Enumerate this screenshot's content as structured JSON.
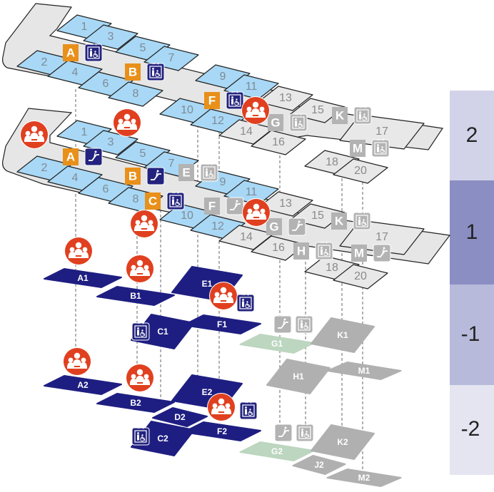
{
  "map": {
    "colors": {
      "shop_active": "#a8d8f5",
      "shop_inactive": "#e8e8e8",
      "exit_active": "#e8901a",
      "exit_inactive": "#b3b3b3",
      "facility_active": "#23237f",
      "facility_inactive": "#b3b3b3",
      "crowd": "#e0401f",
      "underground_active": "#1e1e82",
      "underground_inactive": "#b0b0b0",
      "underground_green": "#bcd6c0"
    },
    "floors": {
      "floor2": {
        "shops": [
          "1",
          "2",
          "3",
          "4",
          "5",
          "6",
          "7",
          "8",
          "9",
          "10",
          "11",
          "12",
          "13",
          "14",
          "15",
          "16",
          "17",
          "18",
          "20"
        ],
        "exits": [
          {
            "letter": "A",
            "facility": "elevator",
            "active": true
          },
          {
            "letter": "B",
            "facility": "elevator",
            "active": true
          },
          {
            "letter": "F",
            "facility": "elevator",
            "active": true
          },
          {
            "letter": "G",
            "facility": "elevator",
            "active": false
          },
          {
            "letter": "K",
            "facility": "elevator",
            "active": false
          },
          {
            "letter": "M",
            "facility": "elevator",
            "active": false
          }
        ]
      },
      "floor1": {
        "shops": [
          "1",
          "2",
          "3",
          "4",
          "5",
          "6",
          "7",
          "8",
          "9",
          "10",
          "11",
          "12",
          "13",
          "14",
          "15",
          "16",
          "17",
          "18",
          "20"
        ],
        "exits": [
          {
            "letter": "A",
            "facility": "escalator",
            "active": true
          },
          {
            "letter": "B",
            "facility": "escalator",
            "active": true
          },
          {
            "letter": "C",
            "facility": "elevator",
            "active": true
          },
          {
            "letter": "E",
            "facility": "elevator",
            "active": false
          },
          {
            "letter": "F",
            "facility": "escalator",
            "active": false
          },
          {
            "letter": "G",
            "facility": "escalator",
            "active": false
          },
          {
            "letter": "H",
            "facility": "elevator",
            "active": false
          },
          {
            "letter": "K",
            "facility": "elevator",
            "active": false
          },
          {
            "letter": "M",
            "facility": "escalator",
            "active": false
          }
        ]
      },
      "floorB1": {
        "areas": [
          "A1",
          "B1",
          "C1",
          "E1",
          "F1",
          "G1",
          "H1",
          "K1",
          "M1"
        ]
      },
      "floorB2": {
        "areas": [
          "A2",
          "B2",
          "C2",
          "D2",
          "E2",
          "F2",
          "G2",
          "J2",
          "K2",
          "M2"
        ]
      }
    }
  },
  "level_selector": {
    "levels": [
      {
        "label": "2",
        "color": "#d2d3e8",
        "selected": false
      },
      {
        "label": "1",
        "color": "#8b8ec2",
        "selected": true
      },
      {
        "label": "-1",
        "color": "#b8badb",
        "selected": false
      },
      {
        "label": "-2",
        "color": "#e4e5f1",
        "selected": false
      }
    ]
  }
}
